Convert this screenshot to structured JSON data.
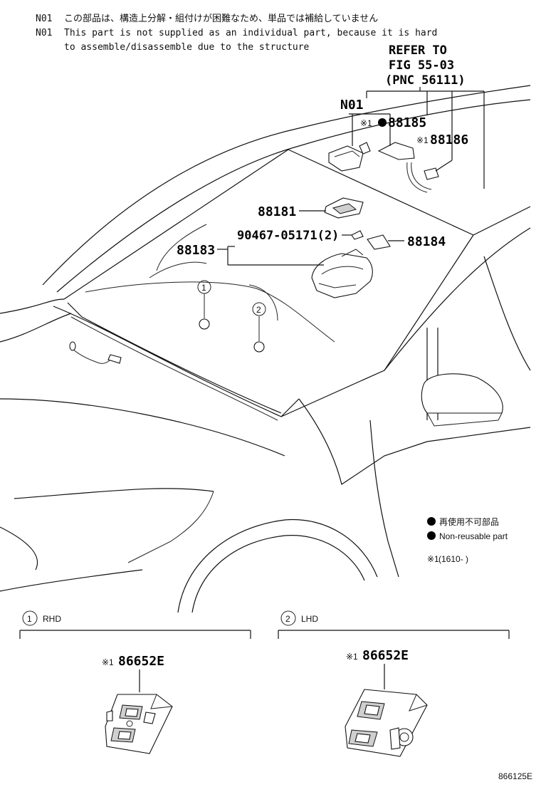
{
  "notes": {
    "code_jp": "N01",
    "text_jp": "この部品は、構造上分解・組付けが困難なため、単品では補給していません",
    "code_en": "N01",
    "text_en_line1": "This part is not supplied as an individual part,  because it is hard",
    "text_en_line2": "to assemble/disassemble due to the structure"
  },
  "refer": {
    "line1": "REFER TO",
    "line2": "FIG 55-03",
    "line3": "(PNC 56111)"
  },
  "callouts": {
    "n01": "N01",
    "p88185": "88185",
    "p88185_mark": "※1",
    "p88186": "88186",
    "p88186_mark": "※1",
    "p88181": "88181",
    "p90467": "90467-05171(2)",
    "p88184": "88184",
    "p88183": "88183",
    "circle1": "1",
    "circle2": "2"
  },
  "legend": {
    "jp": "再使用不可部品",
    "en": "Non-reusable part",
    "note_mark": "※1",
    "note": "(1610-        )"
  },
  "sections": [
    {
      "num": "1",
      "label": "RHD",
      "part_mark": "※1",
      "part": "86652E"
    },
    {
      "num": "2",
      "label": "LHD",
      "part_mark": "※1",
      "part": "86652E"
    }
  ],
  "figure_id": "866125E"
}
